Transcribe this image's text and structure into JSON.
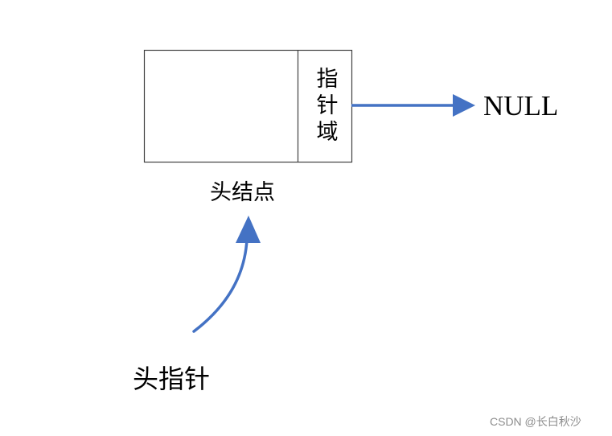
{
  "head_node": {
    "pointer_field_label": "指针域",
    "node_label": "头结点"
  },
  "null_label": "NULL",
  "head_pointer_label": "头指针",
  "watermark": "CSDN @长白秋沙",
  "colors": {
    "arrow": "#4472c4",
    "box_border": "#404040",
    "text": "#000000",
    "watermark": "#8c8c8c"
  }
}
